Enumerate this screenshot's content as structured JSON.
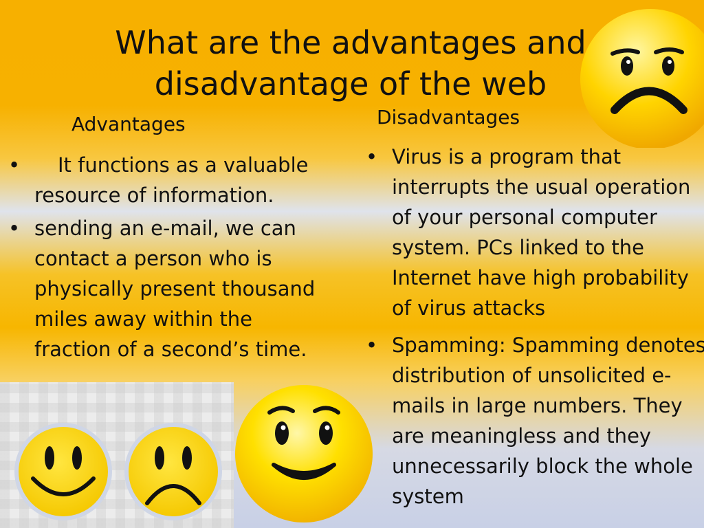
{
  "slide": {
    "title_line1": "What are the advantages and",
    "title_line2": "disadvantage of the web",
    "advantages": {
      "heading": "Advantages",
      "items": [
        "It functions as a valuable resource of information.",
        "sending an e-mail, we can contact a person who is physically present thousand miles away within the fraction of a second’s time."
      ]
    },
    "disadvantages": {
      "heading": "Disadvantages",
      "items": [
        "Virus is a program that interrupts the usual operation of your personal computer system. PCs linked to the Internet have high probability of virus attacks",
        "Spamming: Spamming denotes distribution of unsolicited e-mails in large numbers. They are meaningless and they unnecessarily block the whole system"
      ]
    },
    "bullet": "•"
  },
  "icons": {
    "top_right": "frowning-face-icon",
    "bottom_center": "smiling-face-icon",
    "bottom_left_pair": [
      "smiling-face-icon",
      "frowning-face-icon"
    ]
  },
  "colors": {
    "background_orange": "#f7b000",
    "face_yellow": "#ffd800",
    "text": "#111111"
  }
}
